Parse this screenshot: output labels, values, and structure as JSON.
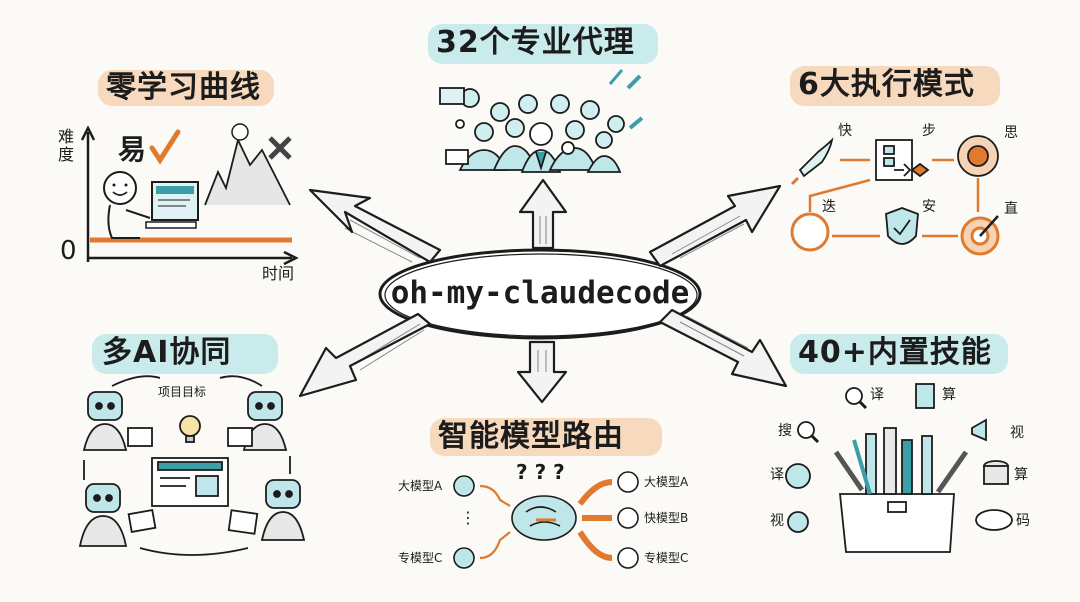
{
  "center": {
    "label": "oh-my-claudecode"
  },
  "panels": {
    "learning_curve": {
      "title": "零学习曲线",
      "y_axis": "难度",
      "x_axis": "时间",
      "zero": "0",
      "easy": "易"
    },
    "agents": {
      "title": "32个专业代理"
    },
    "modes": {
      "title": "6大执行模式",
      "labels": [
        "快",
        "步",
        "思",
        "迭",
        "安",
        "直"
      ]
    },
    "multi_ai": {
      "title": "多AI协同",
      "goal": "项目目标"
    },
    "routing": {
      "title": "智能模型路由",
      "inputs": [
        "大模型A",
        "⋮",
        "专模型C"
      ],
      "outputs": [
        "大模型A",
        "快模型B",
        "专模型C"
      ],
      "question_marks": "? ? ?"
    },
    "skills": {
      "title": "40+内置技能",
      "labels": [
        "译",
        "算",
        "搜",
        "视",
        "译",
        "算",
        "视",
        "码"
      ]
    }
  },
  "colors": {
    "orange": "#e07a2e",
    "teal": "#3a9fa6",
    "highlight_orange": "#f6d3b4",
    "highlight_teal": "#bfe7e9"
  }
}
